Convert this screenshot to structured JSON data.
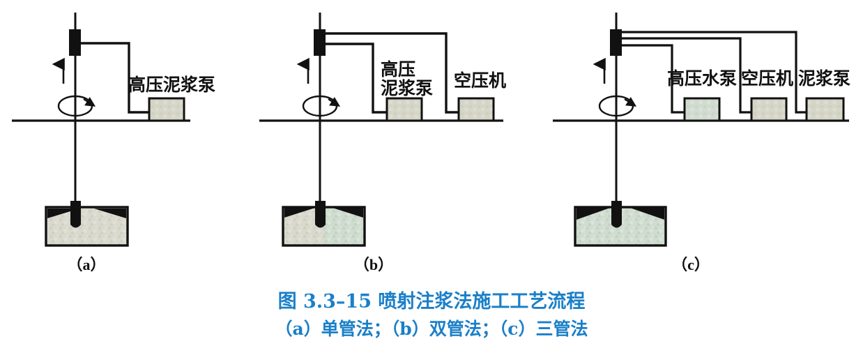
{
  "figure": {
    "caption_line1": "图 3.3–15    喷射注浆法施工工艺流程",
    "caption_line2": "（a）单管法；（b）双管法；（c）三管法",
    "caption_color": "#1a7fc8",
    "background_color": "#ffffff",
    "ink_color": "#111111",
    "equipment_fill": "#d6d6c8",
    "soil_fill": "#d9d9cd",
    "soil_fill_green": "#cddbd0"
  },
  "panels": [
    {
      "id": "a",
      "letter": "（a）",
      "method": "单管法",
      "pipe_count": 1,
      "equipment": [
        {
          "name": "高压泥浆泵",
          "lines": [
            "高压泥浆泵"
          ]
        }
      ]
    },
    {
      "id": "b",
      "letter": "（b）",
      "method": "双管法",
      "pipe_count": 2,
      "equipment": [
        {
          "name": "高压泥浆泵",
          "lines": [
            "高压",
            "泥浆泵"
          ]
        },
        {
          "name": "空压机",
          "lines": [
            "空压机"
          ]
        }
      ]
    },
    {
      "id": "c",
      "letter": "（c）",
      "method": "三管法",
      "pipe_count": 3,
      "equipment": [
        {
          "name": "高压水泵",
          "lines": [
            "高压水泵"
          ]
        },
        {
          "name": "空压机",
          "lines": [
            "空压机"
          ]
        },
        {
          "name": "泥浆泵",
          "lines": [
            "泥浆泵"
          ]
        }
      ]
    }
  ],
  "annotations": {
    "lift_arrow": "向上提升箭头",
    "rotation_ellipse": "旋转方向",
    "ground_line": "地面线",
    "drill_rod": "钻杆",
    "swivel_head": "注浆喷头",
    "jet_nozzle": "喷射嘴",
    "soil_pit": "加固土体"
  }
}
